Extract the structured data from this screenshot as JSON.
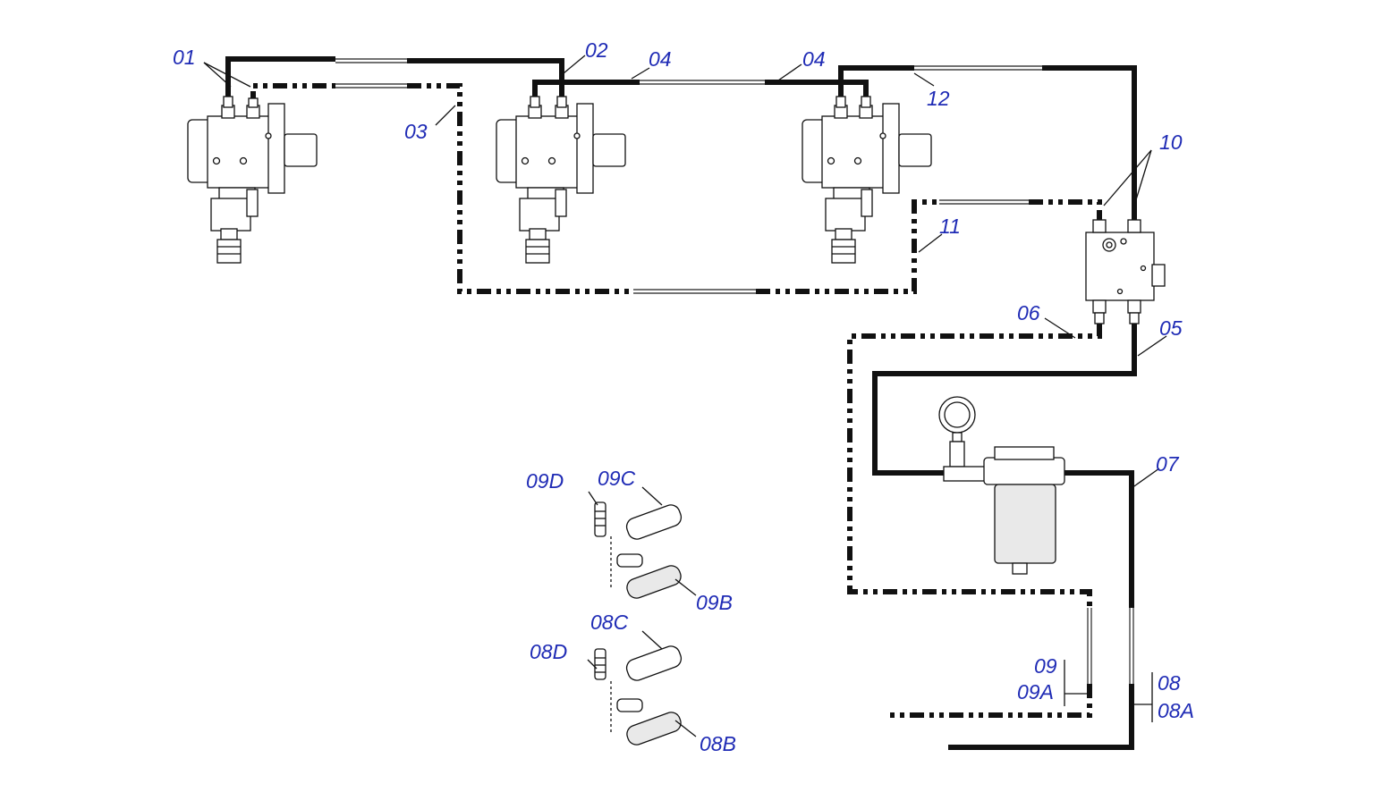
{
  "callouts": {
    "c01": "01",
    "c02": "02",
    "c03": "03",
    "c04a": "04",
    "c04b": "04",
    "c05": "05",
    "c06": "06",
    "c07": "07",
    "c08": "08",
    "c08A": "08A",
    "c08B": "08B",
    "c08C": "08C",
    "c08D": "08D",
    "c09": "09",
    "c09A": "09A",
    "c09B": "09B",
    "c09C": "09C",
    "c09D": "09D",
    "c10": "10",
    "c11": "11",
    "c12": "12"
  },
  "colors": {
    "callout_text": "#1f2bb5",
    "line": "#111111",
    "background": "#ffffff"
  }
}
